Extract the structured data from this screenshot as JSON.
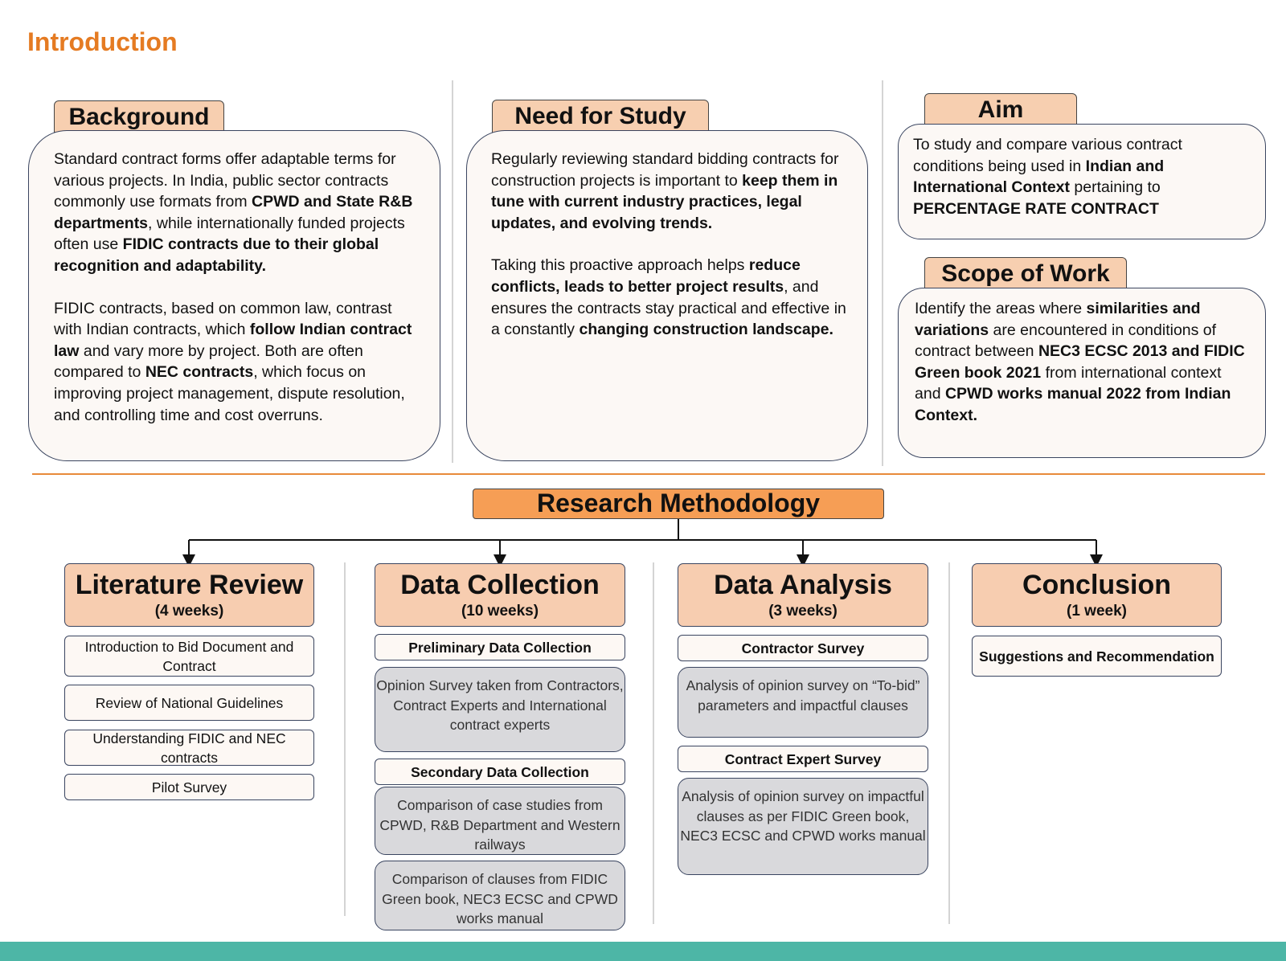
{
  "page_title": "Introduction",
  "background": {
    "heading": "Background",
    "p1": [
      {
        "t": "Standard contract forms offer adaptable terms for various projects. In India, public sector contracts commonly use formats from ",
        "b": false
      },
      {
        "t": "CPWD and State R&B departments",
        "b": true
      },
      {
        "t": ", while internationally funded projects often use ",
        "b": false
      },
      {
        "t": "FIDIC contracts due to their global recognition and adaptability.",
        "b": true
      }
    ],
    "p2": [
      {
        "t": " FIDIC contracts, based on common law, contrast with Indian contracts, which ",
        "b": false
      },
      {
        "t": "follow Indian contract law",
        "b": true
      },
      {
        "t": " and vary more by project. Both are often compared to ",
        "b": false
      },
      {
        "t": "NEC contracts",
        "b": true
      },
      {
        "t": ", which focus on improving project management, dispute resolution, and controlling time and cost overruns.",
        "b": false
      }
    ]
  },
  "need": {
    "heading": "Need for Study",
    "p1": [
      {
        "t": "Regularly reviewing standard bidding contracts for construction projects is important to ",
        "b": false
      },
      {
        "t": "keep them in tune with current industry practices, legal updates, and evolving trends.",
        "b": true
      }
    ],
    "p2": [
      {
        "t": "Taking this proactive approach helps ",
        "b": false
      },
      {
        "t": "reduce conflicts, leads to better project results",
        "b": true
      },
      {
        "t": ", and ensures the contracts stay practical and effective in a constantly ",
        "b": false
      },
      {
        "t": "changing construction landscape.",
        "b": true
      }
    ]
  },
  "aim": {
    "heading": "Aim",
    "p1": [
      {
        "t": "To study and compare various contract conditions being used in ",
        "b": false
      },
      {
        "t": "Indian and International Context",
        "b": true
      },
      {
        "t": " pertaining to ",
        "b": false
      },
      {
        "t": "PERCENTAGE RATE CONTRACT",
        "b": true
      }
    ]
  },
  "scope": {
    "heading": "Scope of Work",
    "p1": [
      {
        "t": "Identify the areas where ",
        "b": false
      },
      {
        "t": "similarities and variations",
        "b": true
      },
      {
        "t": " are encountered in conditions of contract between ",
        "b": false
      },
      {
        "t": "NEC3 ECSC 2013 and FIDIC Green book 2021",
        "b": true
      },
      {
        "t": " from international context and ",
        "b": false
      },
      {
        "t": "CPWD works manual 2022 from Indian Context.",
        "b": true
      }
    ]
  },
  "methodology": {
    "title": "Research Methodology",
    "lit": {
      "title": "Literature Review",
      "duration": "(4 weeks)",
      "items": [
        "Introduction to Bid Document and Contract",
        "Review of National Guidelines",
        "Understanding FIDIC and NEC contracts",
        "Pilot Survey"
      ]
    },
    "collect": {
      "title": "Data Collection",
      "duration": "(10 weeks)",
      "prelim": "Preliminary Data Collection",
      "prelim_desc": "Opinion Survey taken from Contractors, Contract Experts and International contract experts",
      "secondary": "Secondary Data Collection",
      "secondary_desc1": "Comparison of case studies from CPWD, R&B Department and Western railways",
      "secondary_desc2": "Comparison of clauses from FIDIC Green book, NEC3 ECSC and CPWD works manual"
    },
    "analysis": {
      "title": "Data Analysis",
      "duration": "(3 weeks)",
      "contractor": "Contractor Survey",
      "contractor_desc": "Analysis of opinion survey on “To-bid” parameters and impactful clauses",
      "expert": "Contract Expert Survey",
      "expert_desc": "Analysis of opinion survey on impactful clauses as per FIDIC Green book, NEC3 ECSC and CPWD works manual"
    },
    "conclusion": {
      "title": "Conclusion",
      "duration": "(1 week)",
      "item": "Suggestions and Recommendation"
    }
  },
  "colors": {
    "accent": "#e57b22",
    "tab_fill": "#f7cfb0",
    "method_fill": "#f69e55",
    "footer": "#4db6a6"
  }
}
